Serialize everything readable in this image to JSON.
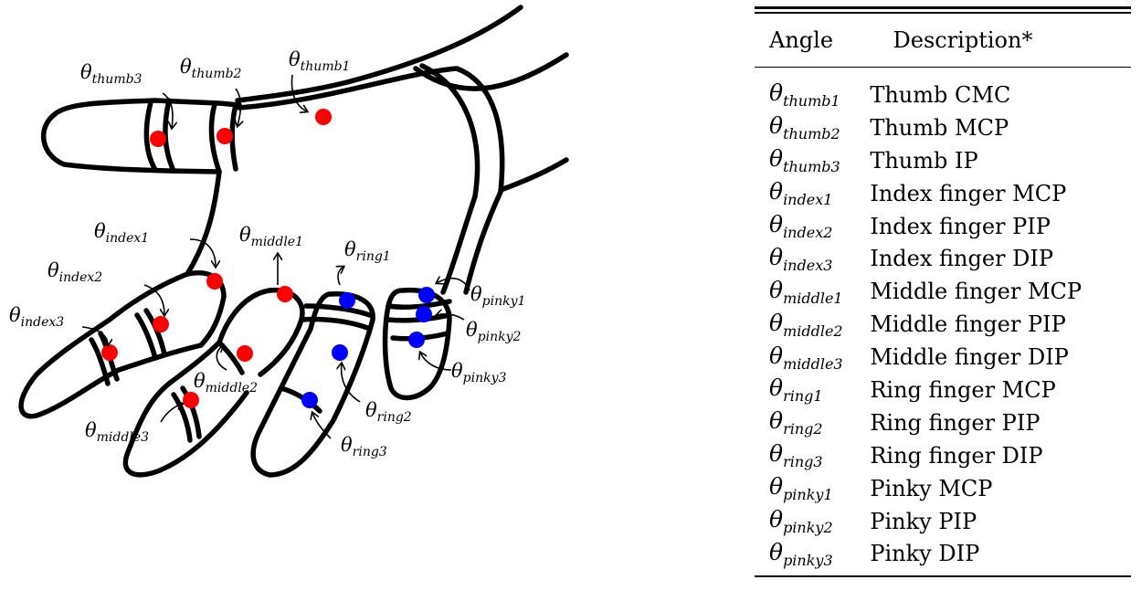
{
  "figure": {
    "labels": [
      {
        "id": "thumb3",
        "symbol": "θ",
        "sub": "thumb3"
      },
      {
        "id": "thumb2",
        "symbol": "θ",
        "sub": "thumb2"
      },
      {
        "id": "thumb1",
        "symbol": "θ",
        "sub": "thumb1"
      },
      {
        "id": "index1",
        "symbol": "θ",
        "sub": "index1"
      },
      {
        "id": "index2",
        "symbol": "θ",
        "sub": "index2"
      },
      {
        "id": "index3",
        "symbol": "θ",
        "sub": "index3"
      },
      {
        "id": "middle1",
        "symbol": "θ",
        "sub": "middle1"
      },
      {
        "id": "middle2",
        "symbol": "θ",
        "sub": "middle2"
      },
      {
        "id": "middle3",
        "symbol": "θ",
        "sub": "middle3"
      },
      {
        "id": "ring1",
        "symbol": "θ",
        "sub": "ring1"
      },
      {
        "id": "ring2",
        "symbol": "θ",
        "sub": "ring2"
      },
      {
        "id": "ring3",
        "symbol": "θ",
        "sub": "ring3"
      },
      {
        "id": "pinky1",
        "symbol": "θ",
        "sub": "pinky1"
      },
      {
        "id": "pinky2",
        "symbol": "θ",
        "sub": "pinky2"
      },
      {
        "id": "pinky3",
        "symbol": "θ",
        "sub": "pinky3"
      }
    ],
    "colors": {
      "thumb_index_middle": "#ff0000",
      "ring_pinky": "#0000ff",
      "outline": "#000000"
    }
  },
  "table": {
    "headers": [
      "Angle",
      "Description*"
    ],
    "rows": [
      {
        "symbol": "θ",
        "sub": "thumb1",
        "desc": "Thumb CMC"
      },
      {
        "symbol": "θ",
        "sub": "thumb2",
        "desc": "Thumb MCP"
      },
      {
        "symbol": "θ",
        "sub": "thumb3",
        "desc": "Thumb IP"
      },
      {
        "symbol": "θ",
        "sub": "index1",
        "desc": "Index finger MCP"
      },
      {
        "symbol": "θ",
        "sub": "index2",
        "desc": "Index finger PIP"
      },
      {
        "symbol": "θ",
        "sub": "index3",
        "desc": "Index finger DIP"
      },
      {
        "symbol": "θ",
        "sub": "middle1",
        "desc": "Middle finger MCP"
      },
      {
        "symbol": "θ",
        "sub": "middle2",
        "desc": "Middle finger PIP"
      },
      {
        "symbol": "θ",
        "sub": "middle3",
        "desc": "Middle finger DIP"
      },
      {
        "symbol": "θ",
        "sub": "ring1",
        "desc": "Ring finger MCP"
      },
      {
        "symbol": "θ",
        "sub": "ring2",
        "desc": "Ring finger PIP"
      },
      {
        "symbol": "θ",
        "sub": "ring3",
        "desc": "Ring finger DIP"
      },
      {
        "symbol": "θ",
        "sub": "pinky1",
        "desc": "Pinky MCP"
      },
      {
        "symbol": "θ",
        "sub": "pinky2",
        "desc": "Pinky PIP"
      },
      {
        "symbol": "θ",
        "sub": "pinky3",
        "desc": "Pinky DIP"
      }
    ]
  }
}
